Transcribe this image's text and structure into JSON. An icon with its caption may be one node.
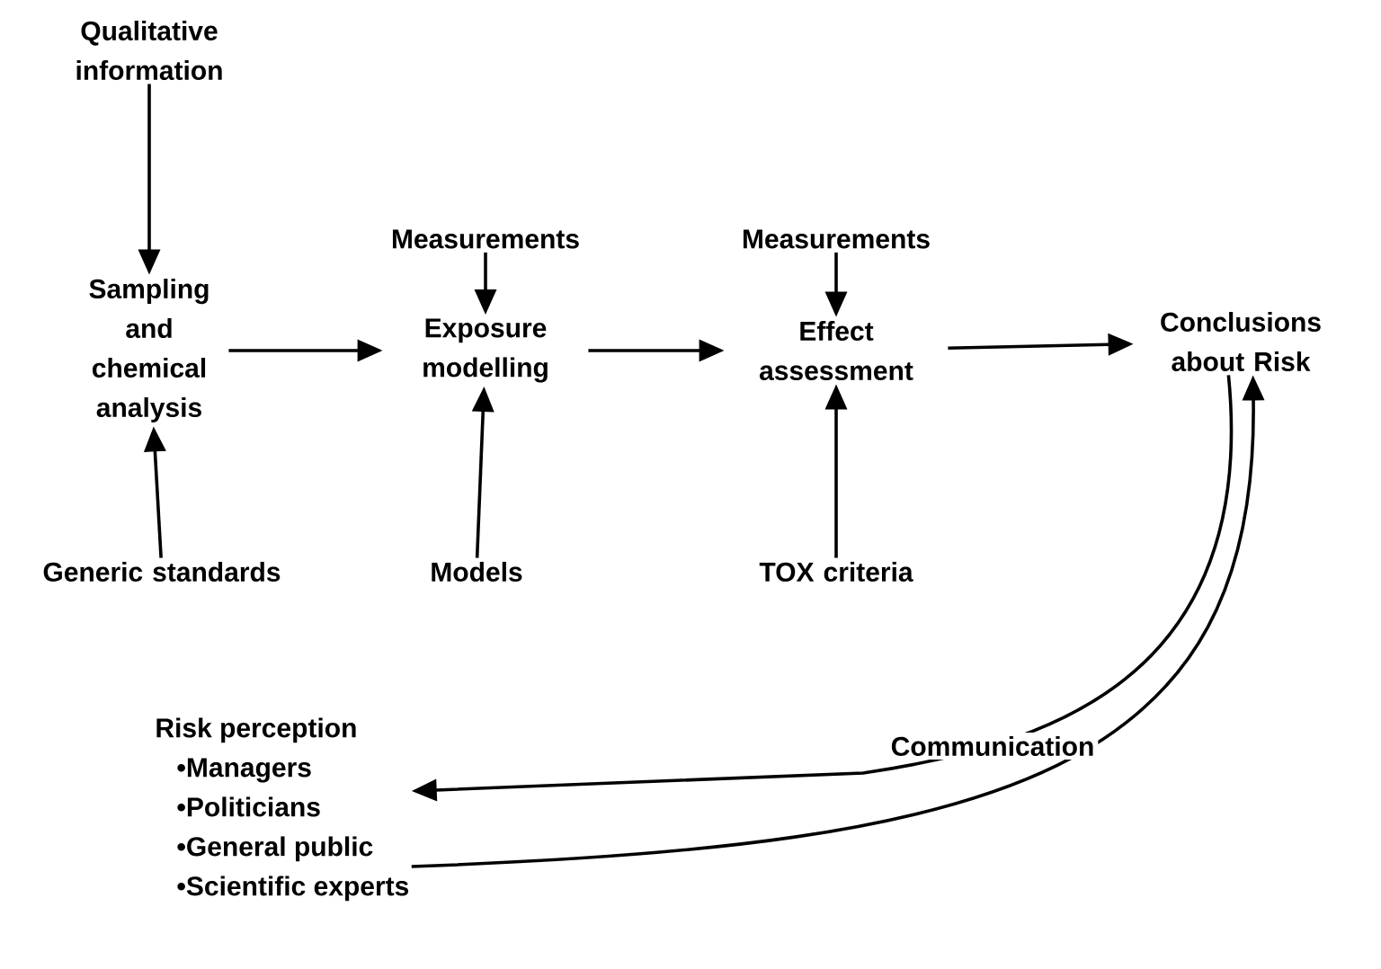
{
  "diagram": {
    "nodes": [
      {
        "text": [
          "Qualitative information"
        ]
      },
      {
        "text": [
          "Sampling and chemical analysis"
        ]
      },
      {
        "text": [
          "Measurements"
        ]
      },
      {
        "text": [
          "Exposure modelling"
        ]
      },
      {
        "text": [
          "Measurements"
        ]
      },
      {
        "text": [
          "Effect assessment"
        ]
      },
      {
        "text": [
          "Conclusions about Risk"
        ]
      },
      {
        "text": [
          "Generic standards"
        ]
      },
      {
        "text": [
          "Models"
        ]
      },
      {
        "text": [
          "TOX criteria"
        ]
      },
      {
        "text": [
          "Risk perception",
          "•Managers",
          "•Politicians",
          "•General public",
          "•Scientific experts"
        ]
      }
    ],
    "edges": [
      {
        "from": 0,
        "to": 1,
        "arrow": "to"
      },
      {
        "from": 1,
        "to": 3,
        "arrow": "to"
      },
      {
        "from": 3,
        "to": 5,
        "arrow": "to"
      },
      {
        "from": 5,
        "to": 6,
        "arrow": "to"
      },
      {
        "from": 2,
        "to": 3,
        "arrow": "to"
      },
      {
        "from": 4,
        "to": 5,
        "arrow": "to"
      },
      {
        "from": 7,
        "to": 1,
        "arrow": "to"
      },
      {
        "from": 8,
        "to": 3,
        "arrow": "to"
      },
      {
        "from": 9,
        "to": 5,
        "arrow": "to"
      },
      {
        "from": 6,
        "to": 10,
        "arrow": "to",
        "label": "Communication"
      },
      {
        "from": 10,
        "to": 6,
        "arrow": "to"
      }
    ]
  }
}
